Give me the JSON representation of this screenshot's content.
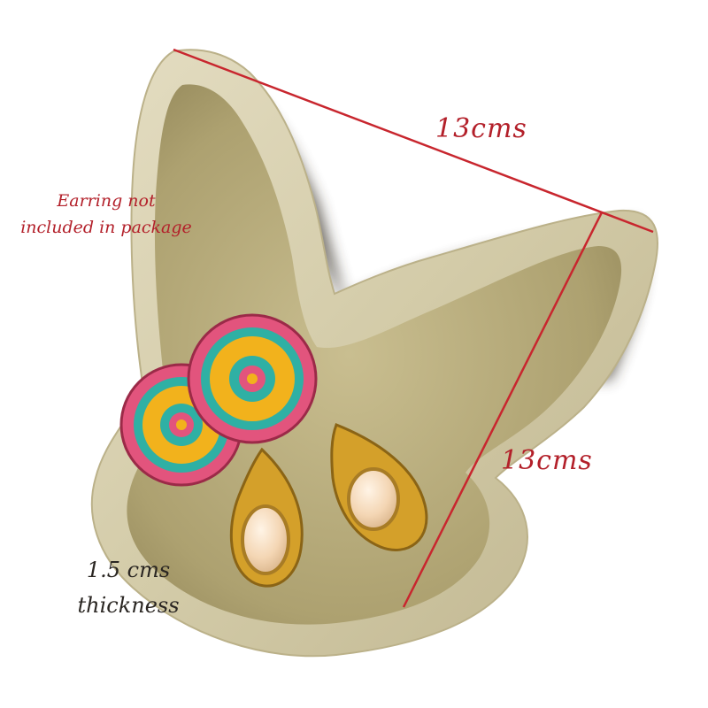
{
  "annotations": {
    "width_label": "13cms",
    "height_label": "13cms",
    "note_line1": "Earring not",
    "note_line2": "included in package",
    "thickness_line1": "1.5 cms",
    "thickness_line2": "thickness"
  },
  "colors": {
    "dimension_line": "#c8262e",
    "dimension_text": "#b3202a",
    "tray_rim": "#d7cfae",
    "tray_bowl": "#b9ad80",
    "earring_pink": "#e2547d",
    "earring_teal": "#2fb0a4",
    "earring_yellow": "#f2b21c",
    "earring_gold": "#d4a02a",
    "stone": "#f6dcc0"
  },
  "icons": [
    "butterfly-tray-icon",
    "earring-stud-icon",
    "earring-drop-icon"
  ]
}
